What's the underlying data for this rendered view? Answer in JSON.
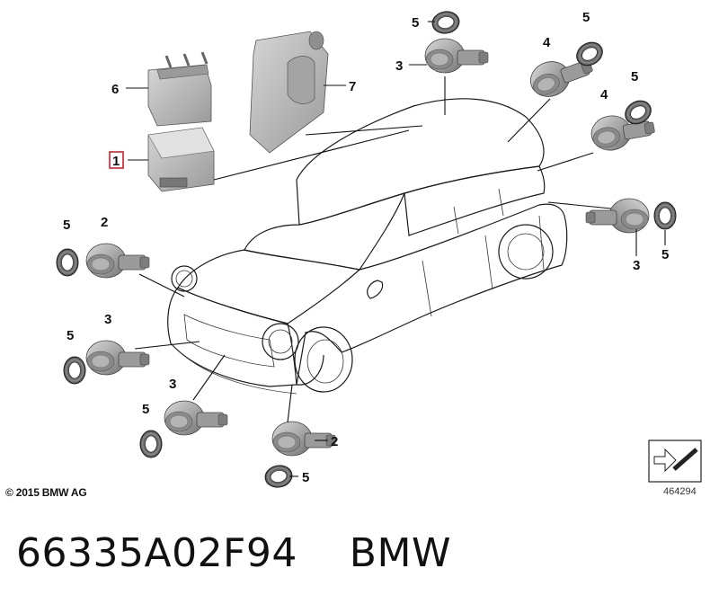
{
  "callouts": {
    "c1": "1",
    "c2a": "2",
    "c2b": "2",
    "c3a": "3",
    "c3b": "3",
    "c3c": "3",
    "c3d": "3",
    "c4a": "4",
    "c4b": "4",
    "c5a": "5",
    "c5b": "5",
    "c5c": "5",
    "c5d": "5",
    "c5e": "5",
    "c5f": "5",
    "c5g": "5",
    "c6": "6",
    "c7": "7"
  },
  "highlight_color": "#d0202a",
  "copyright": "© 2015 BMW AG",
  "reference_number": "464294",
  "caption": "66335A02F94    BMW"
}
